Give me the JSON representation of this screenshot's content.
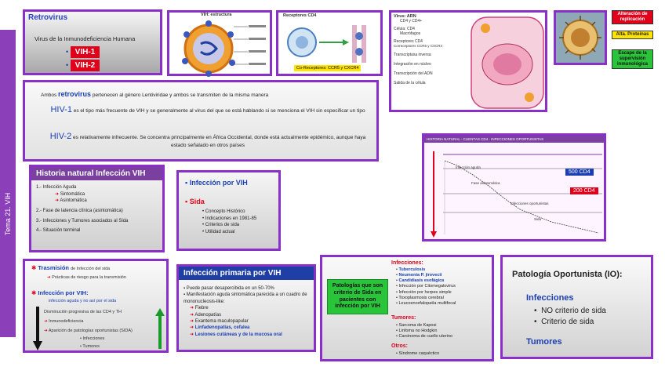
{
  "sidebar": {
    "label": "Tema 21. VIH"
  },
  "retrovirus": {
    "title": "Retrovirus",
    "subtitle": "Virus de la Inmunodeficiencia Humana",
    "items": [
      "VIH-1",
      "VIH-2"
    ]
  },
  "images": {
    "structure_title": "VIH: estructura",
    "receptor_title": "Receptores CD4",
    "receptor_caption": "Co-Receptores: CCR5 y CXCR4",
    "cycle_items": [
      "Virus: ARN",
      "CD4 y CD4+",
      "Célula: CD4",
      "Macrófagos",
      "Receptores CD4",
      "Correceptores CCR5 y CXCR4",
      "Transcriptasa inversa",
      "Integración en núcleo",
      "Transcripción del ADN",
      "Salida de la célula"
    ]
  },
  "legend": {
    "items": [
      {
        "label": "Alteración de replicación",
        "color": "#e0001b"
      },
      {
        "label": "Alta. Proteínas",
        "color": "#ffe400"
      },
      {
        "label": "Escape de la supervisión inmunológica",
        "color": "#29c43a"
      }
    ]
  },
  "intro": {
    "line1_pre": "Ambos",
    "line1_word": "retrovirus",
    "line1_post": "pertenecen al género Lentiviridae y ambos se transmiten de la misma manera",
    "hiv1_label": "HIV-1",
    "hiv1_text": "es el tipo más frecuente de VIH y se generalmente al virus del que se está hablando si se menciona el VIH sin especificar un tipo",
    "hiv2_label": "HIV-2",
    "hiv2_text": "es relativamente infrecuente. Se concentra principalmente en África Occidental, donde está actualmente epidémico, aunque haya estado señalado en otros países"
  },
  "chart_panel": {
    "title": "HISTORIA NATURAL - CUENTAS CD4 - INFECCIONES OPORTUNISTAS",
    "badge1": "500 CD4",
    "badge2": "200 CD4",
    "notes": [
      "Infección aguda",
      "Fase asintomática",
      "Infecciones oportunistas",
      "Sida"
    ]
  },
  "historia": {
    "title": "Historia natural Infección VIH",
    "items": [
      "1.- Infección Aguda",
      "Sintomática",
      "Asintomática",
      "2.- Fase de latencia clínica (asintomática)",
      "3.- Infecciones y Tumores asociados al Sida",
      "4.- Situación terminal"
    ]
  },
  "infeccion": {
    "item1": "Infección por VIH",
    "item2": "Sida",
    "subitems": [
      "Concepto Histórico",
      "Indicaciones en 1981-85",
      "Criterios de sida",
      "Utilidad actual"
    ]
  },
  "transmision": {
    "item1": "Trasmisión",
    "item1_post": "de Infección del sida",
    "item1_sub": "Prácticas de riesgo para la transmisión",
    "item2": "Infección por VIH:",
    "item2_sub": "infección aguda y no así por el sida",
    "line3": "Disminución progresiva de las CD4 y TH",
    "line4": "Inmunodeficiencia",
    "line5": "Aparición de patologías oportunistas (SIDA)",
    "line6": "Infecciones",
    "line7": "Tumores"
  },
  "primaria": {
    "title": "Infección primaria por VIH",
    "items": [
      "Puede pasar desapercibida en un 50-70%",
      "Manifestación aguda sintomática parecida a un cuadro de mononucleosis-like:",
      "Fiebre",
      "Adenopatías",
      "Exantema maculopapular",
      "Linfadenopatías, cefalea",
      "Lesiones cutáneas y de la mucosa oral"
    ]
  },
  "criterio": {
    "green_box": "Patologías que son criterio de Sida en pacientes con infección por VIH",
    "infections_title": "Infecciones:",
    "infections": [
      "Tuberculosis",
      "Neumonía P. jirovecii",
      "Candidiasis esofágica",
      "Infección por Citomegalovirus",
      "Infección por herpes simple",
      "Toxoplasmosis cerebral",
      "Leucoencefalopatía multifocal"
    ],
    "tumors_title": "Tumores:",
    "tumors": [
      "Sarcoma de Kaposi",
      "Linfoma no Hodgkin",
      "Carcinoma de cuello uterino"
    ],
    "others_title": "Otros:",
    "others": [
      "Síndrome caquéctico"
    ]
  },
  "oportunista": {
    "title": "Patología Oportunista (IO):",
    "section1": "Infecciones",
    "bullets": [
      "NO criterio de sida",
      "Criterio de sida"
    ],
    "section2": "Tumores"
  }
}
